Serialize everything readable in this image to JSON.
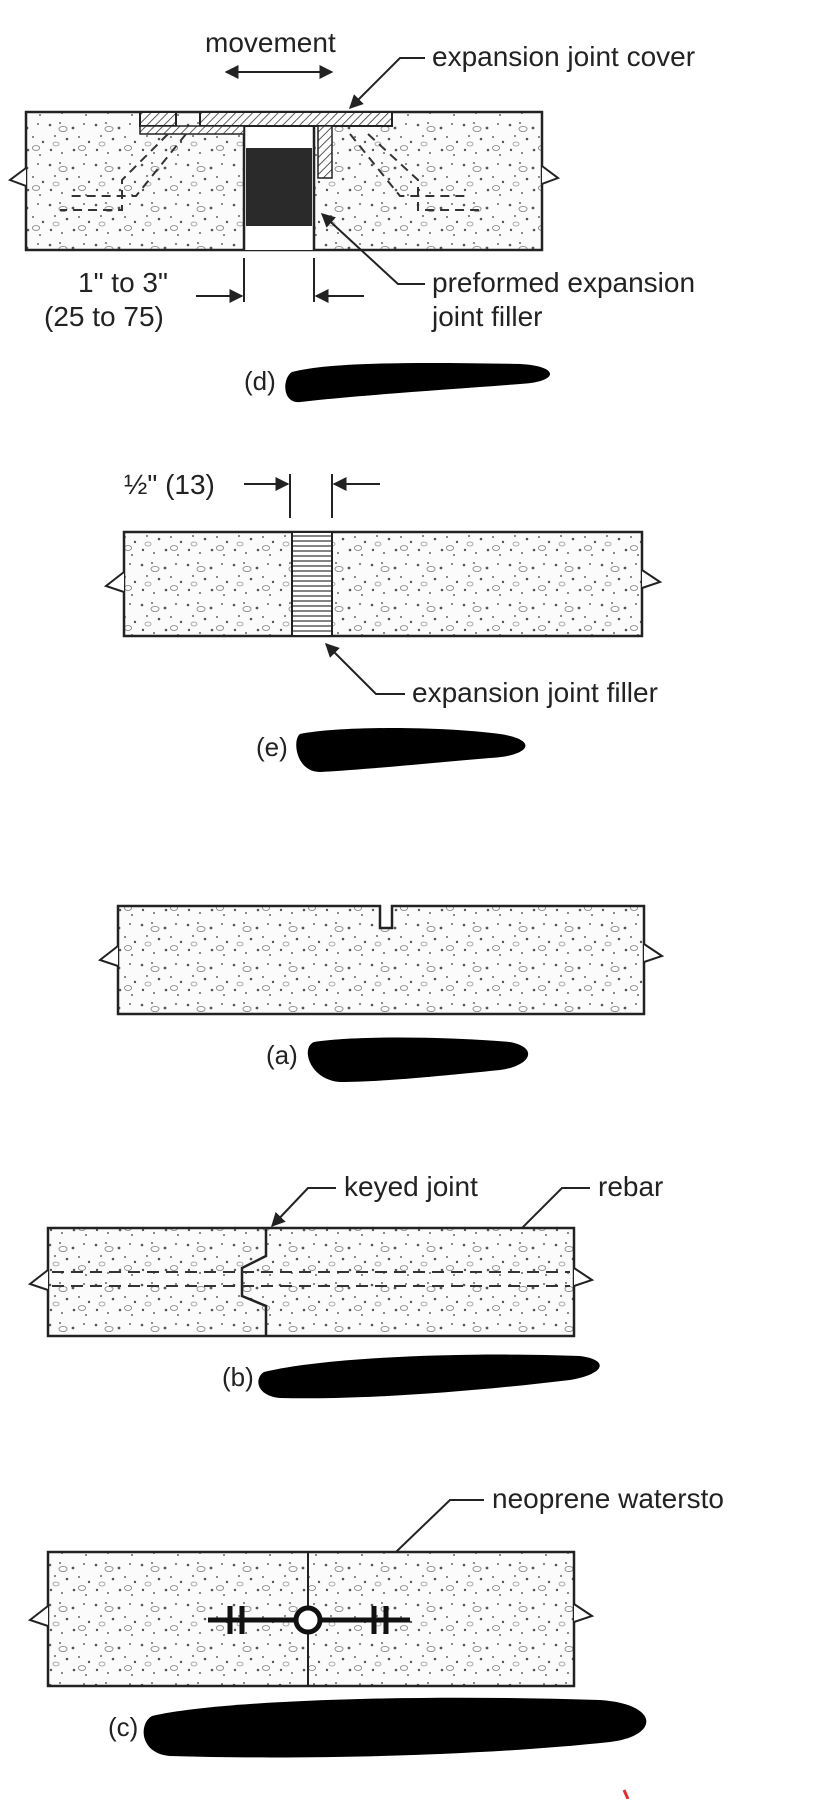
{
  "diagram_d": {
    "movement_label": "movement",
    "cover_label": "expansion joint cover",
    "dim_label_1": "1\" to 3\"",
    "dim_label_2": "(25 to 75)",
    "filler_label_1": "preformed expansion",
    "filler_label_2": "joint filler",
    "caption_letter": "(d)"
  },
  "diagram_e": {
    "dim_label": "½\" (13)",
    "filler_label": "expansion joint filler",
    "caption_letter": "(e)"
  },
  "diagram_a": {
    "caption_letter": "(a)"
  },
  "diagram_b": {
    "keyed_label": "keyed joint",
    "rebar_label": "rebar",
    "caption_letter": "(b)"
  },
  "diagram_c": {
    "waterstop_label": "neoprene watersto",
    "caption_letter": "(c)"
  },
  "colors": {
    "ink": "#222222",
    "fill_dark": "#2a2a2a",
    "redaction": "#000000",
    "mark_red": "#e03030"
  }
}
